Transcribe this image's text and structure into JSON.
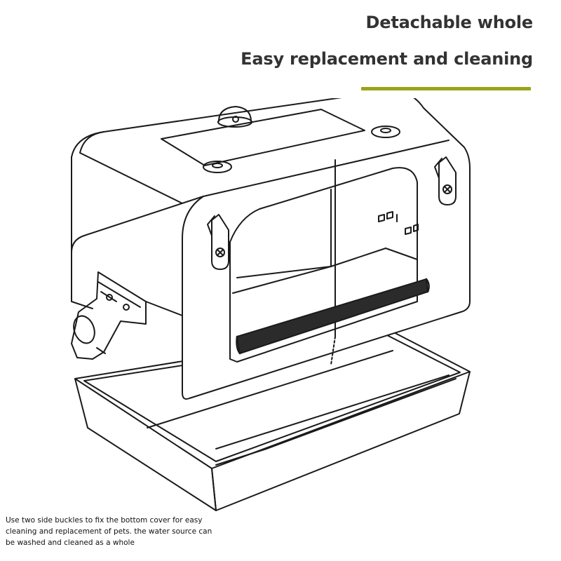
{
  "headline": {
    "title": "Detachable whole",
    "subtitle": "Easy replacement and cleaning"
  },
  "caption": "Use two side buckles to fix the bottom cover for easy cleaning and replacement of pets. the water source can be washed and cleaned as a whole",
  "colors": {
    "heading_text": "#333333",
    "accent": "#99a31a",
    "line_art": "#1a1a1a",
    "perch_fill": "#2b2b2b"
  },
  "illustration": {
    "subject": "bird-bath-box",
    "parts": [
      "top-cover-plate",
      "side-buckle-left",
      "side-buckle-right",
      "front-perch-bar",
      "bottom-tray",
      "side-hook-clamp"
    ]
  }
}
